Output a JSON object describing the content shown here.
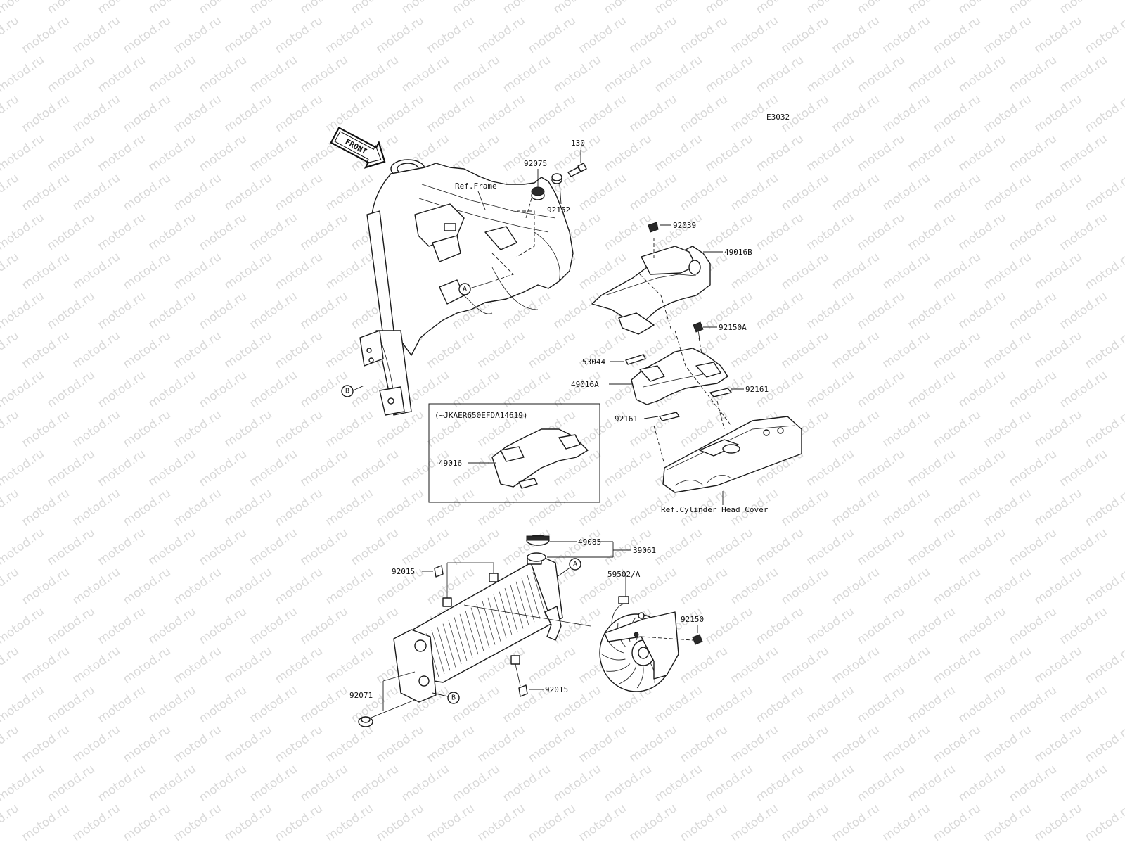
{
  "diagram_code": "E3032",
  "front_label": "FRONT",
  "watermark": "motod.ru",
  "references": {
    "frame": "Ref.Frame",
    "cylinder_head_cover": "Ref.Cylinder Head Cover",
    "inset_condition": "(~JKAER650EFDA14619)"
  },
  "connection_markers": [
    "A",
    "B"
  ],
  "parts": {
    "p130": "130",
    "p92075": "92075",
    "p92152": "92152",
    "p92039": "92039",
    "p49016B": "49016B",
    "p92150A": "92150A",
    "p53044": "53044",
    "p49016A": "49016A",
    "p92161_a": "92161",
    "p92161_b": "92161",
    "p49016": "49016",
    "p49085": "49085",
    "p39061": "39061",
    "p92015_a": "92015",
    "p92015_b": "92015",
    "p59502A": "59502/A",
    "p92150": "92150",
    "p92071": "92071"
  }
}
